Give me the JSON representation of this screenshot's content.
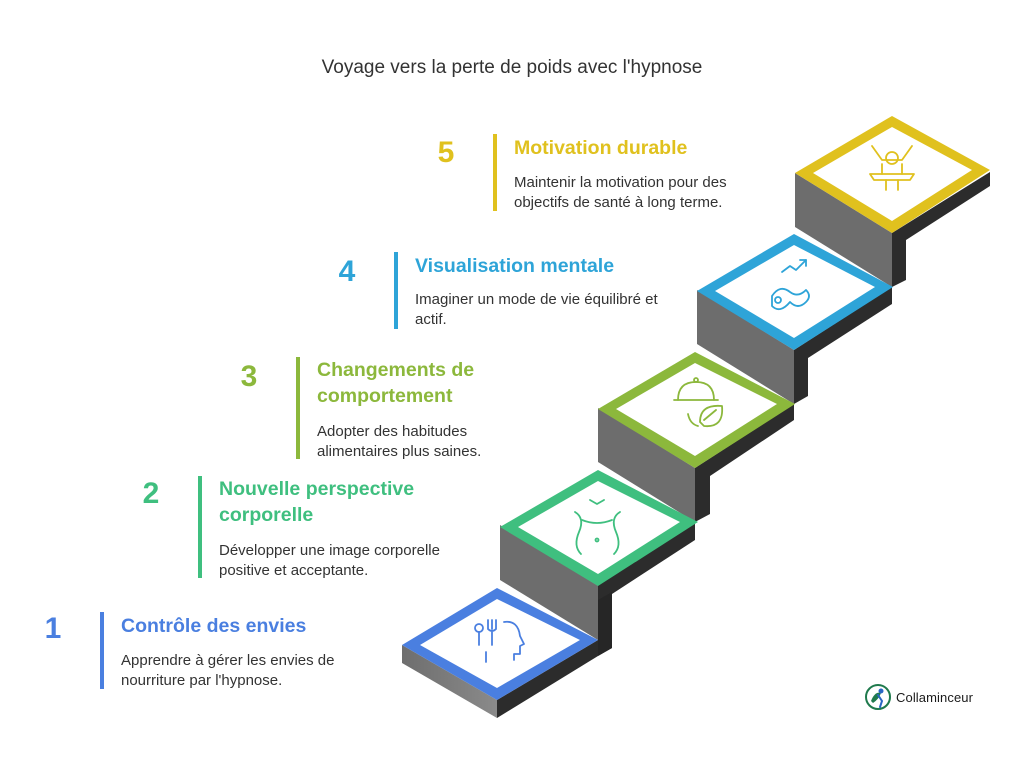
{
  "title": "Voyage vers la perte de poids avec l'hypnose",
  "steps": [
    {
      "number": "1",
      "heading": "Contrôle des envies",
      "description": "Apprendre à gérer les envies de nourriture par l'hypnose.",
      "color": "#4a7fe0",
      "icon": "utensils-head-icon"
    },
    {
      "number": "2",
      "heading": "Nouvelle perspective corporelle",
      "description": "Développer une image corporelle positive et acceptante.",
      "color": "#3fbf7f",
      "icon": "body-torso-icon"
    },
    {
      "number": "3",
      "heading": "Changements de comportement",
      "description": "Adopter des habitudes alimentaires plus saines.",
      "color": "#8cb83c",
      "icon": "cloche-leaf-icon"
    },
    {
      "number": "4",
      "heading": "Visualisation mentale",
      "description": "Imaginer un mode de vie équilibré et actif.",
      "color": "#2ea4d8",
      "icon": "exercise-trend-icon"
    },
    {
      "number": "5",
      "heading": "Motivation durable",
      "description": "Maintenir la motivation pour des objectifs de santé à long terme.",
      "color": "#e0c11e",
      "icon": "cheering-person-icon"
    }
  ],
  "logo": {
    "brand": "Collaminceur",
    "icon": "brand-logo-icon"
  }
}
